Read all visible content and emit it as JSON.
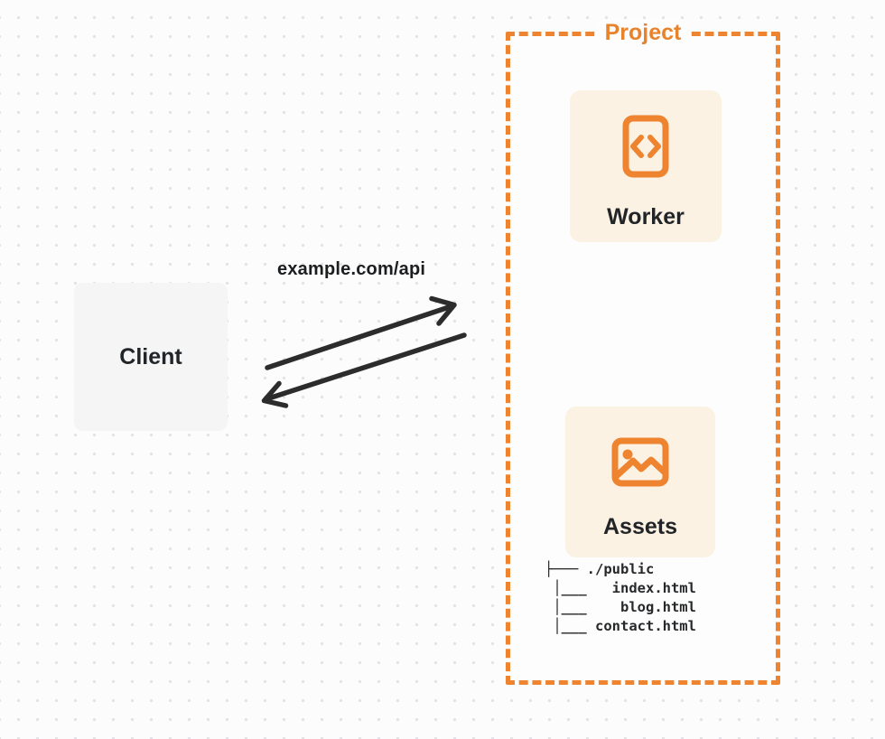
{
  "page": {
    "background": "#FCFCFC",
    "dot_grid_color": "#E3E3E7"
  },
  "colors": {
    "accent_orange": "#EE8330",
    "card_cream": "#FBF2E3",
    "client_gray": "#F5F5F6",
    "text_dark": "#222528",
    "arrow_dark": "#2C2C2C"
  },
  "client": {
    "label": "Client"
  },
  "connection": {
    "label": "example.com/api",
    "request_arrow": "client-to-project",
    "response_arrow": "project-to-client"
  },
  "project": {
    "label": "Project",
    "worker": {
      "label": "Worker",
      "icon": "code-icon"
    },
    "assets": {
      "label": "Assets",
      "icon": "image-icon",
      "file_tree": "├─── ./public\n │___   index.html\n │___    blog.html\n │___ contact.html"
    }
  }
}
